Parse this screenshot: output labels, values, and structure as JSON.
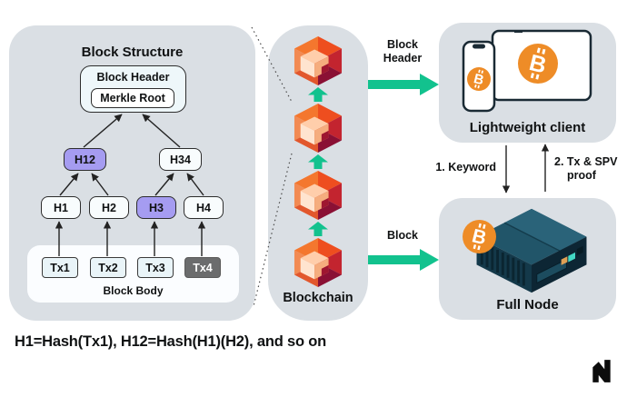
{
  "diagram": {
    "block_structure": {
      "title": "Block Structure",
      "block_header": "Block Header",
      "merkle_root": "Merkle Root",
      "hash_nodes": {
        "h12": "H12",
        "h34": "H34",
        "h1": "H1",
        "h2": "H2",
        "h3": "H3",
        "h4": "H4"
      },
      "transactions": {
        "tx1": "Tx1",
        "tx2": "Tx2",
        "tx3": "Tx3",
        "tx4": "Tx4"
      },
      "block_body": "Block Body"
    },
    "blockchain": {
      "label": "Blockchain",
      "block_count": 4
    },
    "lightweight_client": {
      "label": "Lightweight client"
    },
    "full_node": {
      "label": "Full Node"
    },
    "flows": {
      "block_header_arrow": "Block Header",
      "block_arrow": "Block",
      "keyword": "1. Keyword",
      "tx_spv": "2. Tx & SPV proof"
    },
    "caption": "H1=Hash(Tx1), H12=Hash(H1)(H2), and so on"
  },
  "colors": {
    "panel_bg": "#dadfe4",
    "arrow_green": "#12c28e",
    "highlight_purple": "#a59cf1",
    "bitcoin_orange": "#ee8c27",
    "tx4_gray": "#6b6c6d",
    "cube_orange": "#f2672b",
    "cube_red": "#c0202f",
    "server_teal": "#1d4f63",
    "outline_dark": "#1a2a34"
  },
  "icons": {
    "blockchain_block": "isometric-cube",
    "chain_link": "up-arrow",
    "transfer": "right-arrow",
    "lightweight_device_phone": "smartphone",
    "lightweight_device_tablet": "tablet",
    "full_node_device": "server-box",
    "currency": "bitcoin",
    "brand_mark": "n-logo"
  }
}
